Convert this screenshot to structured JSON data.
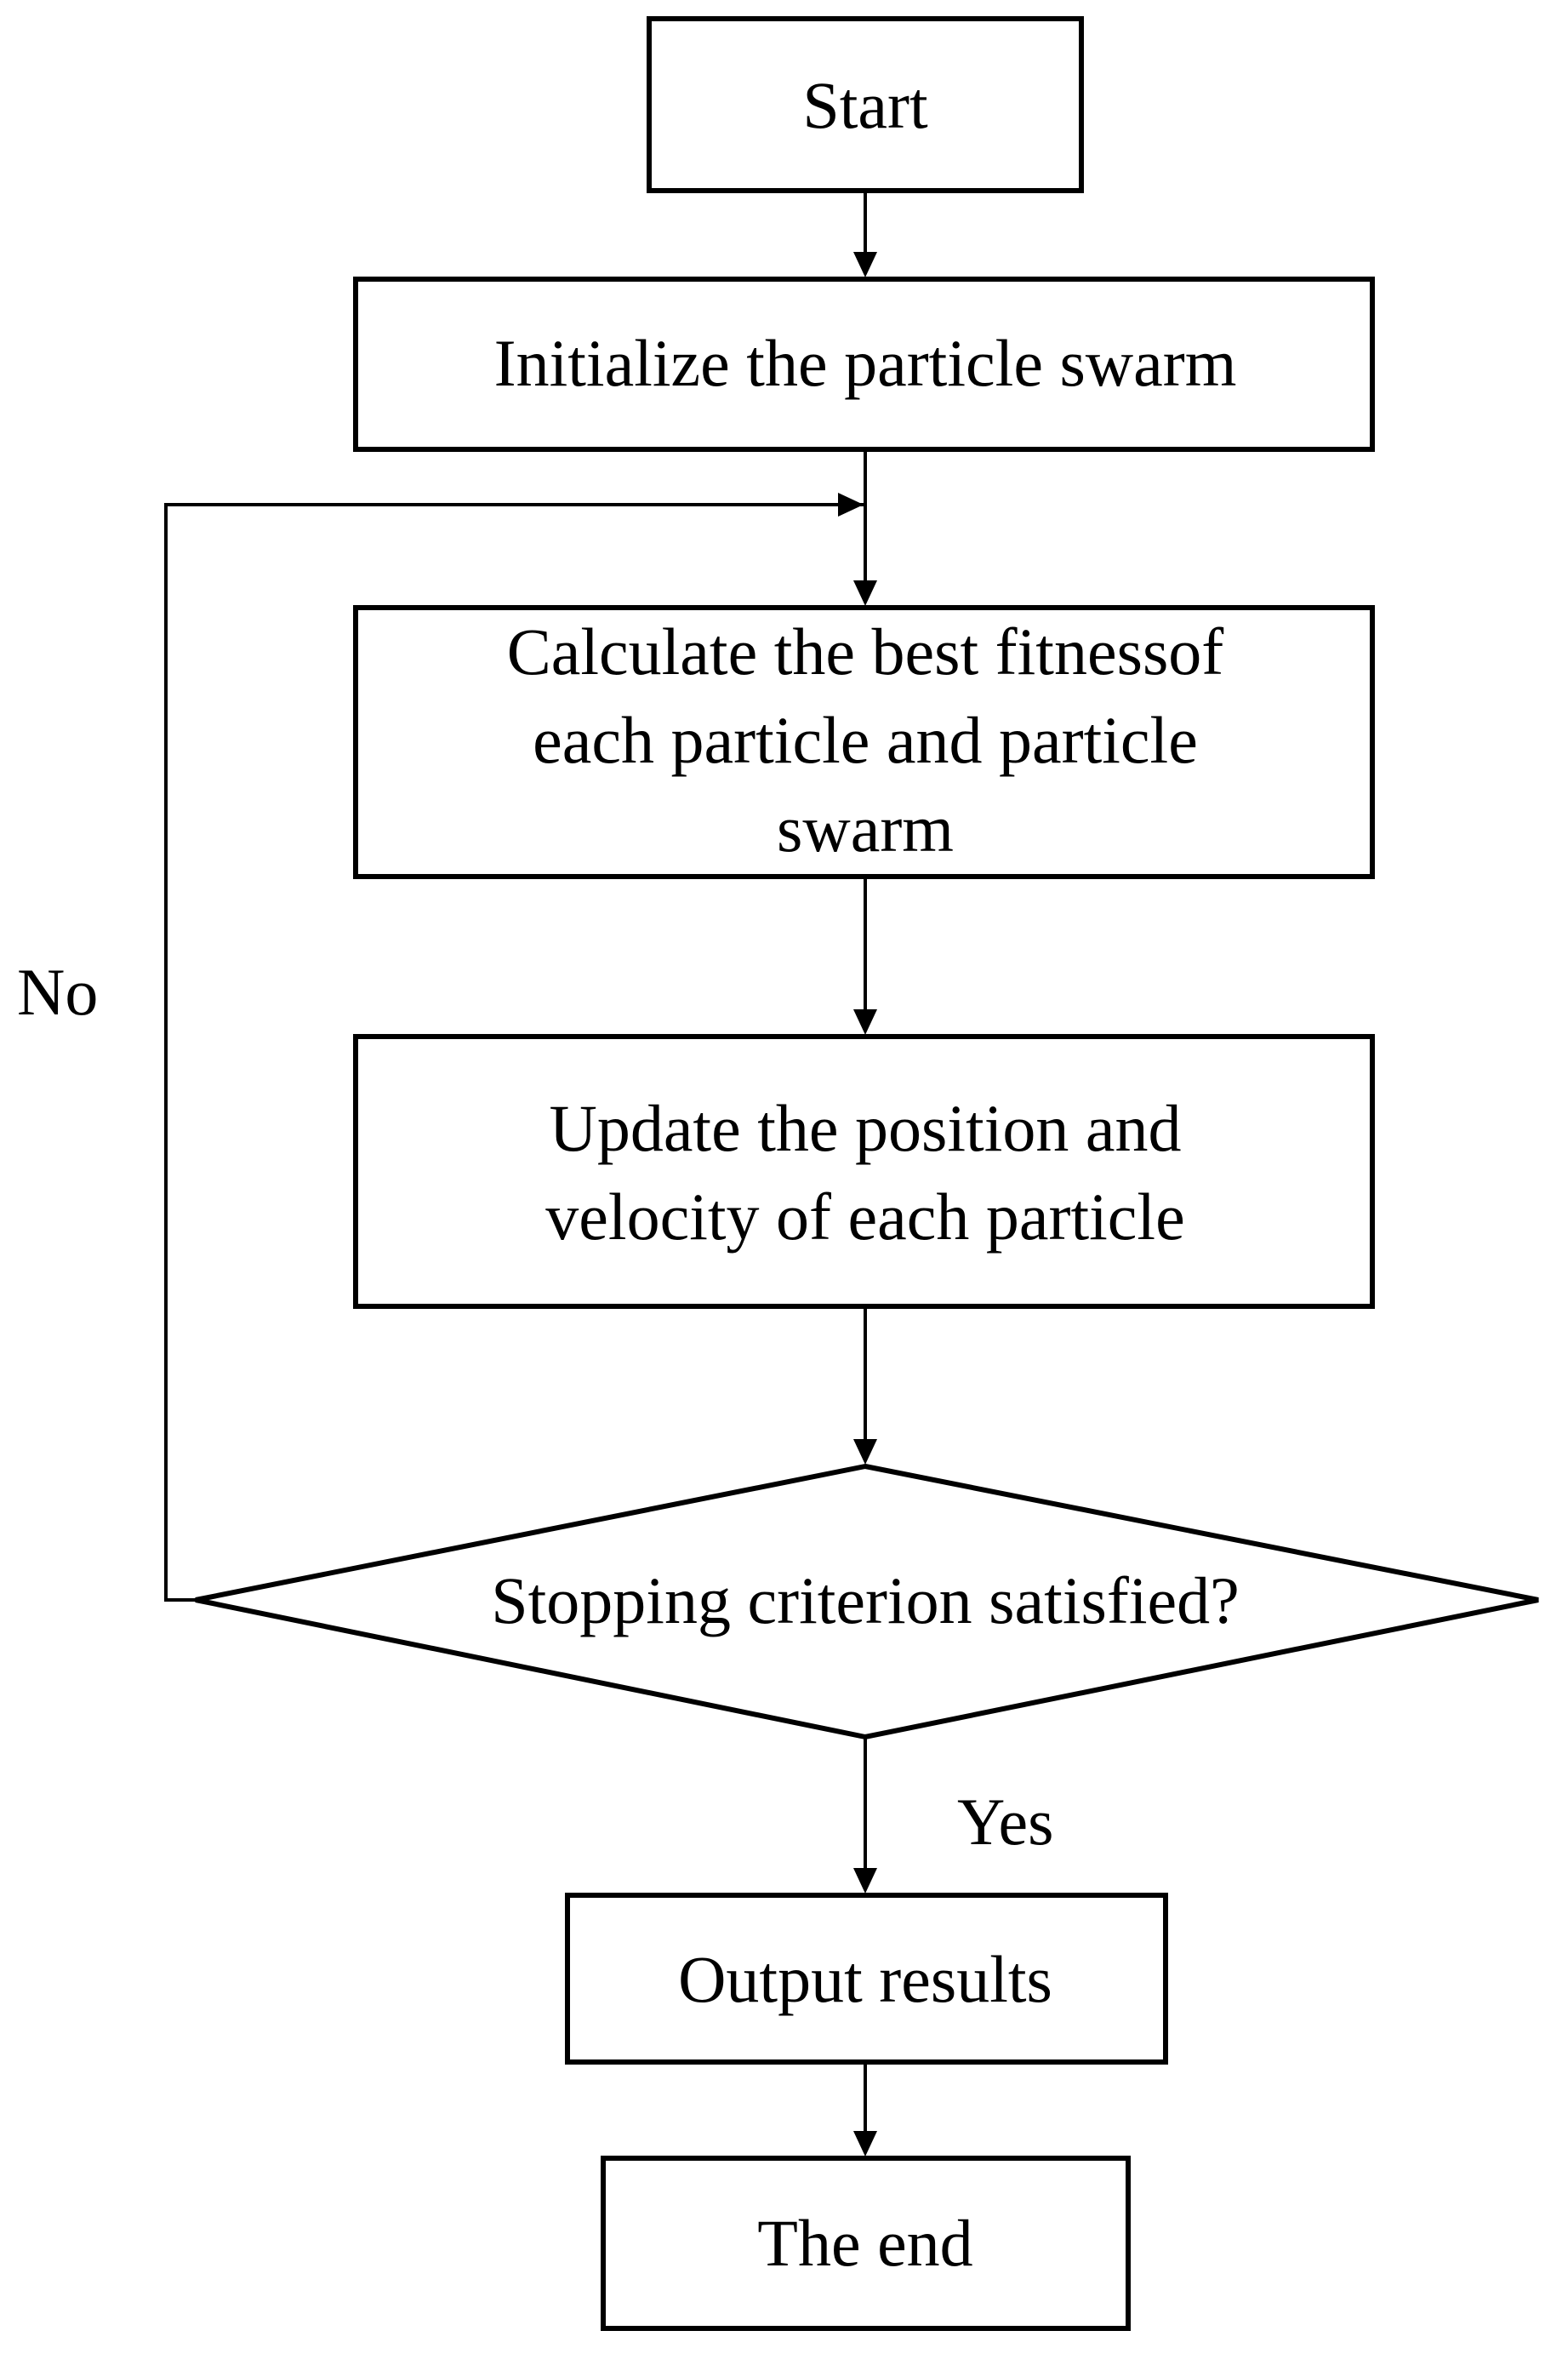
{
  "nodes": {
    "start": {
      "lines": [
        "Start"
      ]
    },
    "initialize": {
      "lines": [
        "Initialize the particle swarm"
      ]
    },
    "calculate": {
      "lines": [
        "Calculate the best fitnessof",
        "each particle and particle",
        "swarm"
      ]
    },
    "update": {
      "lines": [
        "Update the position and",
        "velocity of each particle"
      ]
    },
    "decision": {
      "lines": [
        "Stopping criterion satisfied?"
      ]
    },
    "output": {
      "lines": [
        "Output results"
      ]
    },
    "end": {
      "lines": [
        "The end"
      ]
    }
  },
  "edge_labels": {
    "no": "No",
    "yes": "Yes"
  }
}
